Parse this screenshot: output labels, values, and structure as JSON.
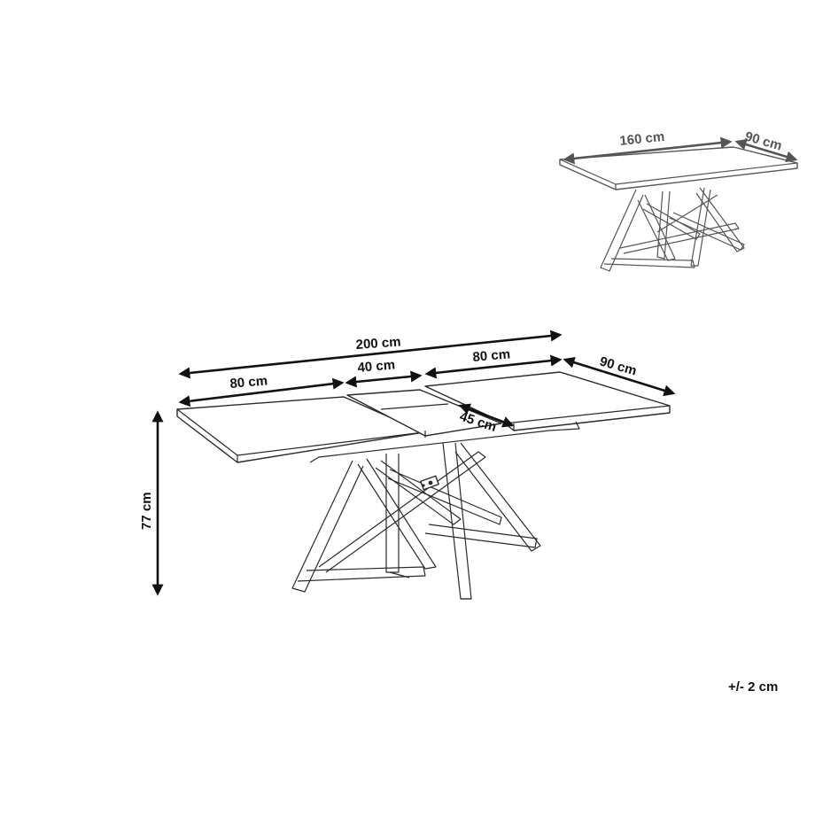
{
  "small_table": {
    "length": "160 cm",
    "depth": "90 cm"
  },
  "large_table": {
    "total_length": "200 cm",
    "left_leaf": "80 cm",
    "middle_leaf": "40 cm",
    "right_leaf": "80 cm",
    "depth": "90 cm",
    "extension_depth": "45 cm",
    "height": "77 cm"
  },
  "tolerance": "+/- 2 cm"
}
